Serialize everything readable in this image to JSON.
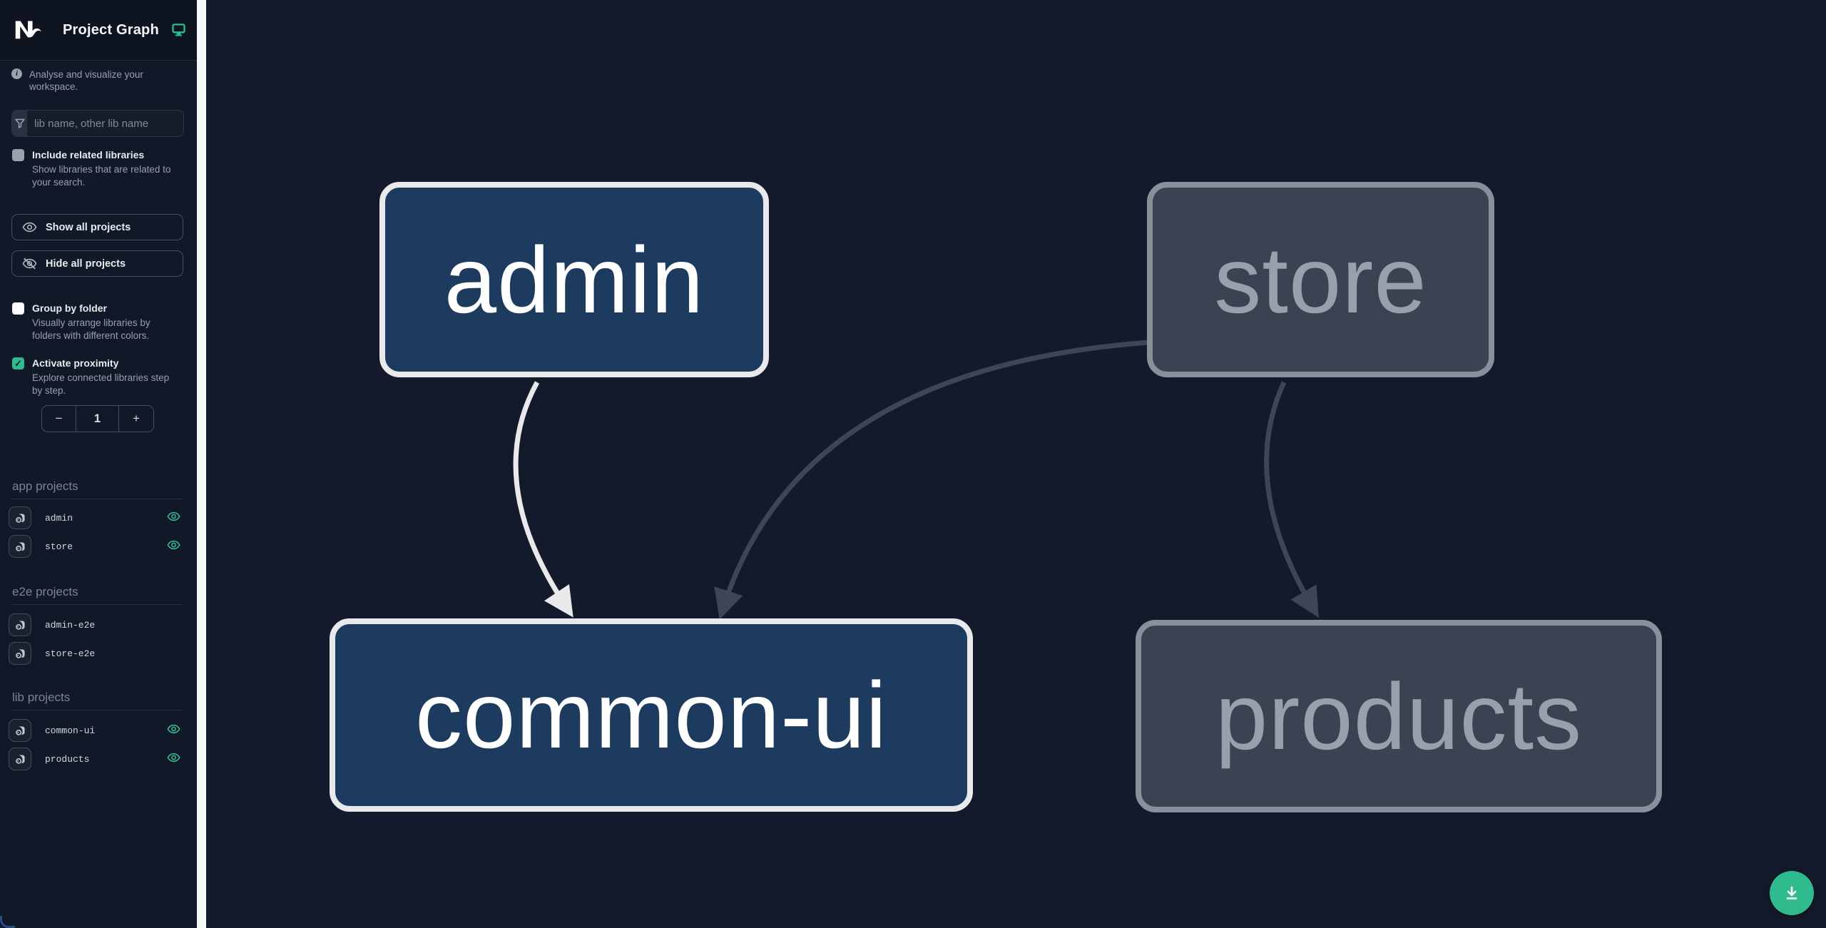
{
  "header": {
    "title": "Project Graph",
    "icons": [
      "nx-logo",
      "monitor-icon"
    ]
  },
  "sidebar": {
    "tagline": "Analyse and visualize your workspace.",
    "search": {
      "placeholder": "lib name, other lib name",
      "value": ""
    },
    "toggles": {
      "include_related": {
        "label": "Include related libraries",
        "description": "Show libraries that are related to your search.",
        "checked": false
      },
      "group_by_folder": {
        "label": "Group by folder",
        "description": "Visually arrange libraries by folders with different colors.",
        "checked": false
      },
      "activate_proximity": {
        "label": "Activate proximity",
        "description": "Explore connected libraries step by step.",
        "checked": true,
        "checkmark": "✓"
      }
    },
    "buttons": {
      "show_all": "Show all projects",
      "hide_all": "Hide all projects"
    },
    "proximity_stepper": {
      "decrease": "−",
      "value": "1",
      "increase": "+"
    },
    "sections": [
      {
        "title": "app projects",
        "items": [
          {
            "name": "admin",
            "visible": true
          },
          {
            "name": "store",
            "visible": true
          }
        ]
      },
      {
        "title": "e2e projects",
        "items": [
          {
            "name": "admin-e2e",
            "visible": false
          },
          {
            "name": "store-e2e",
            "visible": false
          }
        ]
      },
      {
        "title": "lib projects",
        "items": [
          {
            "name": "common-ui",
            "visible": true
          },
          {
            "name": "products",
            "visible": true
          }
        ]
      }
    ]
  },
  "graph": {
    "nodes": [
      {
        "id": "admin",
        "label": "admin",
        "type": "app",
        "state": "focused"
      },
      {
        "id": "store",
        "label": "store",
        "type": "app",
        "state": "unfocused"
      },
      {
        "id": "common-ui",
        "label": "common-ui",
        "type": "lib",
        "state": "focused"
      },
      {
        "id": "products",
        "label": "products",
        "type": "lib",
        "state": "unfocused"
      }
    ],
    "edges": [
      {
        "source": "admin",
        "target": "common-ui",
        "highlighted": true
      },
      {
        "source": "store",
        "target": "common-ui",
        "highlighted": false
      },
      {
        "source": "store",
        "target": "products",
        "highlighted": false
      }
    ]
  },
  "fab": {
    "action": "download"
  },
  "colors": {
    "accent_teal": "#2fbb8d",
    "focused_node_bg": "#1d3a5f",
    "focused_node_border": "#e9e9ec",
    "dim_node_bg": "#3b4252",
    "dim_node_border": "#8a909b",
    "edge_light": "#e9e9ec",
    "edge_gray": "#3e4556",
    "canvas_bg": "#131a2b",
    "sidebar_bg": "#111827"
  }
}
